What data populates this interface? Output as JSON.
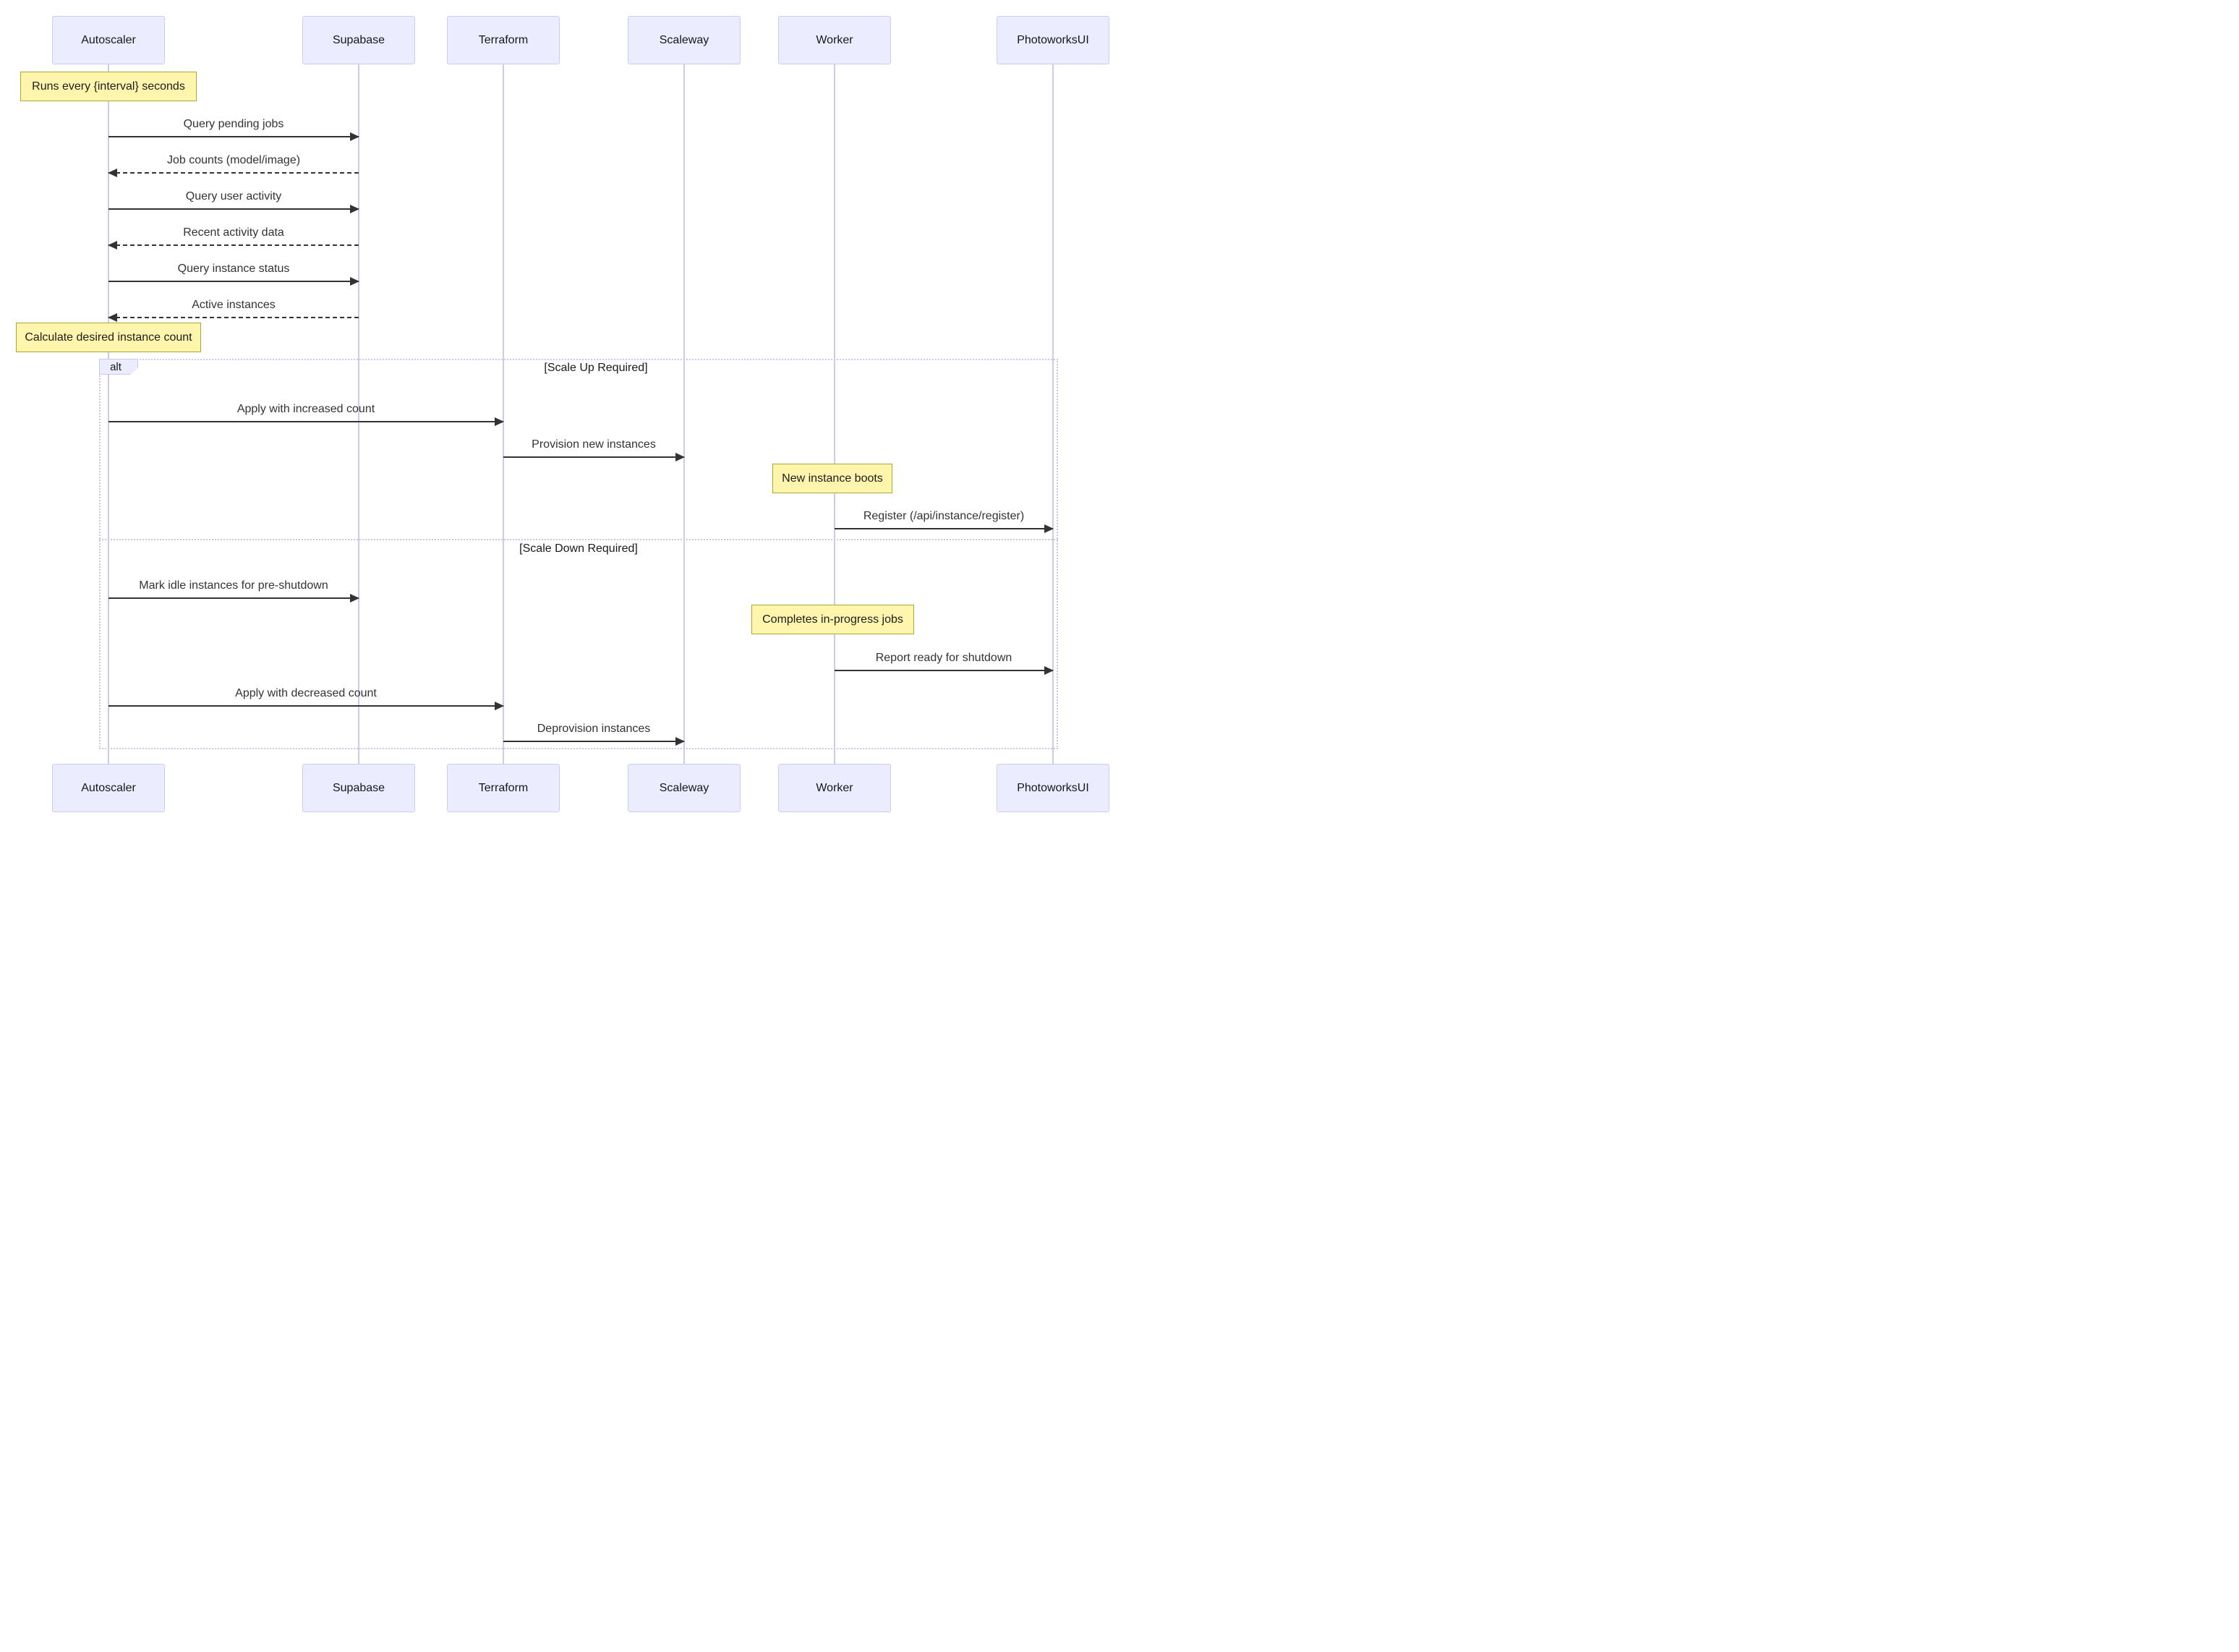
{
  "diagram": {
    "type": "sequence-diagram",
    "participants": [
      {
        "name": "Autoscaler"
      },
      {
        "name": "Supabase"
      },
      {
        "name": "Terraform"
      },
      {
        "name": "Scaleway"
      },
      {
        "name": "Worker"
      },
      {
        "name": "PhotoworksUI"
      }
    ],
    "notes": [
      {
        "text": "Runs every {interval} seconds",
        "over": "Autoscaler"
      },
      {
        "text": "Calculate desired instance count",
        "over": "Autoscaler"
      },
      {
        "text": "New instance boots",
        "over": "Worker"
      },
      {
        "text": "Completes in-progress jobs",
        "over": "Worker"
      }
    ],
    "messages": [
      {
        "label": "Query pending jobs",
        "from": "Autoscaler",
        "to": "Supabase",
        "style": "solid"
      },
      {
        "label": "Job counts (model/image)",
        "from": "Supabase",
        "to": "Autoscaler",
        "style": "dashed"
      },
      {
        "label": "Query user activity",
        "from": "Autoscaler",
        "to": "Supabase",
        "style": "solid"
      },
      {
        "label": "Recent activity data",
        "from": "Supabase",
        "to": "Autoscaler",
        "style": "dashed"
      },
      {
        "label": "Query instance status",
        "from": "Autoscaler",
        "to": "Supabase",
        "style": "solid"
      },
      {
        "label": "Active instances",
        "from": "Supabase",
        "to": "Autoscaler",
        "style": "dashed"
      },
      {
        "label": "Apply with increased count",
        "from": "Autoscaler",
        "to": "Terraform",
        "style": "solid"
      },
      {
        "label": "Provision new instances",
        "from": "Terraform",
        "to": "Scaleway",
        "style": "solid"
      },
      {
        "label": "Register (/api/instance/register)",
        "from": "Worker",
        "to": "PhotoworksUI",
        "style": "solid"
      },
      {
        "label": "Mark idle instances for pre-shutdown",
        "from": "Autoscaler",
        "to": "Supabase",
        "style": "solid"
      },
      {
        "label": "Report ready for shutdown",
        "from": "Worker",
        "to": "PhotoworksUI",
        "style": "solid"
      },
      {
        "label": "Apply with decreased count",
        "from": "Autoscaler",
        "to": "Terraform",
        "style": "solid"
      },
      {
        "label": "Deprovision instances",
        "from": "Terraform",
        "to": "Scaleway",
        "style": "solid"
      }
    ],
    "alt": {
      "label": "alt",
      "sections": [
        {
          "condition": "[Scale Up Required]"
        },
        {
          "condition": "[Scale Down Required]"
        }
      ]
    },
    "colors": {
      "actor_fill": "#ECECFF",
      "actor_border": "#CCCCF2",
      "lifeline": "#CFC9EC",
      "note_fill": "#FFF5AD",
      "note_border": "#AAAA33",
      "frame_border": "#CBC5F0",
      "arrow": "#333333",
      "background": "#FFFFFF"
    }
  }
}
